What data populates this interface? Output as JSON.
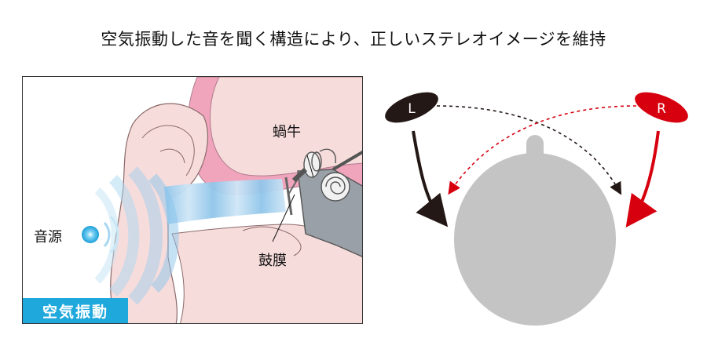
{
  "title": "空気振動した音を聞く構造により、正しいステレオイメージを維持",
  "ear_diagram": {
    "label_cochlea": "蝸牛",
    "label_eardrum": "鼓膜",
    "label_source": "音源",
    "badge": "空気振動"
  },
  "stereo_diagram": {
    "left_speaker": "L",
    "right_speaker": "R"
  },
  "colors": {
    "badge": "#1fa8dc",
    "skin": "#f7dcdc",
    "pink": "#f0a5bd",
    "head": "#c4c4c4",
    "left_speaker": "#231815",
    "right_speaker": "#d7000f"
  }
}
